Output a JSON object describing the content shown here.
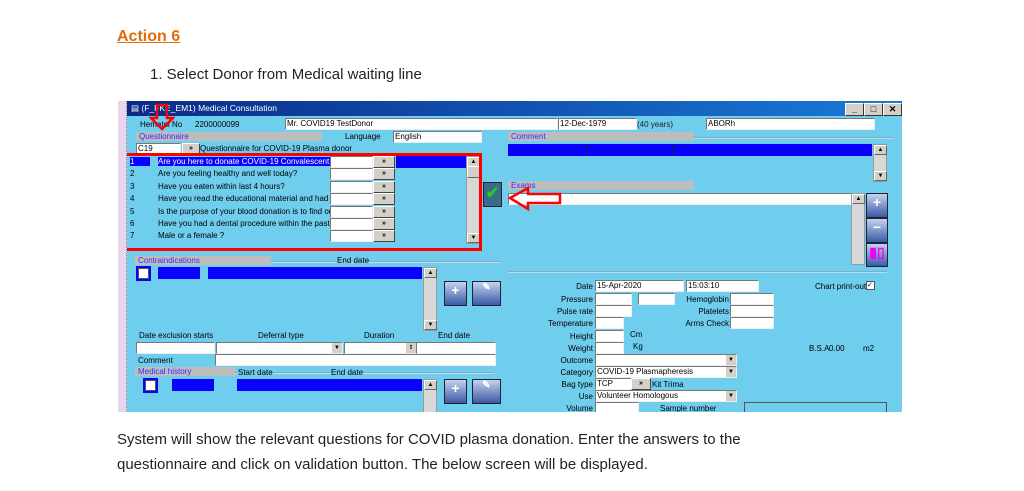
{
  "heading": "Action 6",
  "step": "1.   Select Donor from Medical waiting line",
  "body_lines": [
    "System will show the relevant questions for COVID plasma donation. Enter the answers to the",
    "questionnaire and click on validation button. The below screen will be displayed."
  ],
  "window": {
    "title": "(F_FKE_EM1) Medical Consultation",
    "hematol_label": "Hematol No",
    "hematol_no": "2200000099",
    "donor_name": "Mr. COVID19 TestDonor",
    "dob": "12-Dec-1979",
    "age": "(40 years)",
    "blood_group": "ABORh",
    "questionnaire": {
      "header": "Questionnaire",
      "language_label": "Language",
      "language": "English",
      "code": "C19",
      "more": "»",
      "description": "Questionnaire for COVID-19 Plasma donor",
      "questions": [
        {
          "n": "1",
          "text": "Are you here to donate COVID-19 Convalescent"
        },
        {
          "n": "2",
          "text": "Are you feeling healthy and well today?"
        },
        {
          "n": "3",
          "text": "Have you eaten within last 4 hours?"
        },
        {
          "n": "4",
          "text": "Have you read the educational material and had"
        },
        {
          "n": "5",
          "text": "Is the purpose of your blood donation is to find ou"
        },
        {
          "n": "6",
          "text": "Have you had a dental procedure within the past"
        },
        {
          "n": "7",
          "text": "Male or a female ?"
        }
      ]
    },
    "comment_header": "Comment",
    "exams_header": "Exams",
    "contra": {
      "header": "Contraindications",
      "end_date": "End date",
      "date_excl": "Date exclusion starts",
      "deferral": "Deferral type",
      "duration": "Duration",
      "end_date2": "End date",
      "comment": "Comment"
    },
    "medhist": {
      "header": "Medical history",
      "start_date": "Start date",
      "end_date": "End date"
    },
    "vitals": {
      "date_label": "Date",
      "date": "15-Apr-2020",
      "time": "15:03:10",
      "chart_label": "Chart print-out",
      "pressure": "Pressure",
      "pulse": "Pulse rate",
      "temperature": "Temperature",
      "height": "Height",
      "weight": "Weight",
      "cm": "Cm",
      "kg": "Kg",
      "hemoglobin": "Hemoglobin",
      "platelets": "Platelets",
      "arms": "Arms Check",
      "bsa_label": "B.S.A",
      "bsa": "0.00",
      "m2": "m2",
      "outcome": "Outcome",
      "category_label": "Category",
      "category": "COVID-19 Plasmapheresis",
      "bag_label": "Bag type",
      "bag": "TCP",
      "kit": "Kit Trima",
      "use_label": "Use",
      "use": "Volunteer Homologous",
      "volume": "Volume",
      "sample": "Sample number"
    }
  },
  "colors": {
    "window_bg": "#6fcdee",
    "highlight": "#0a00ff",
    "annotation": "#ff0000"
  }
}
